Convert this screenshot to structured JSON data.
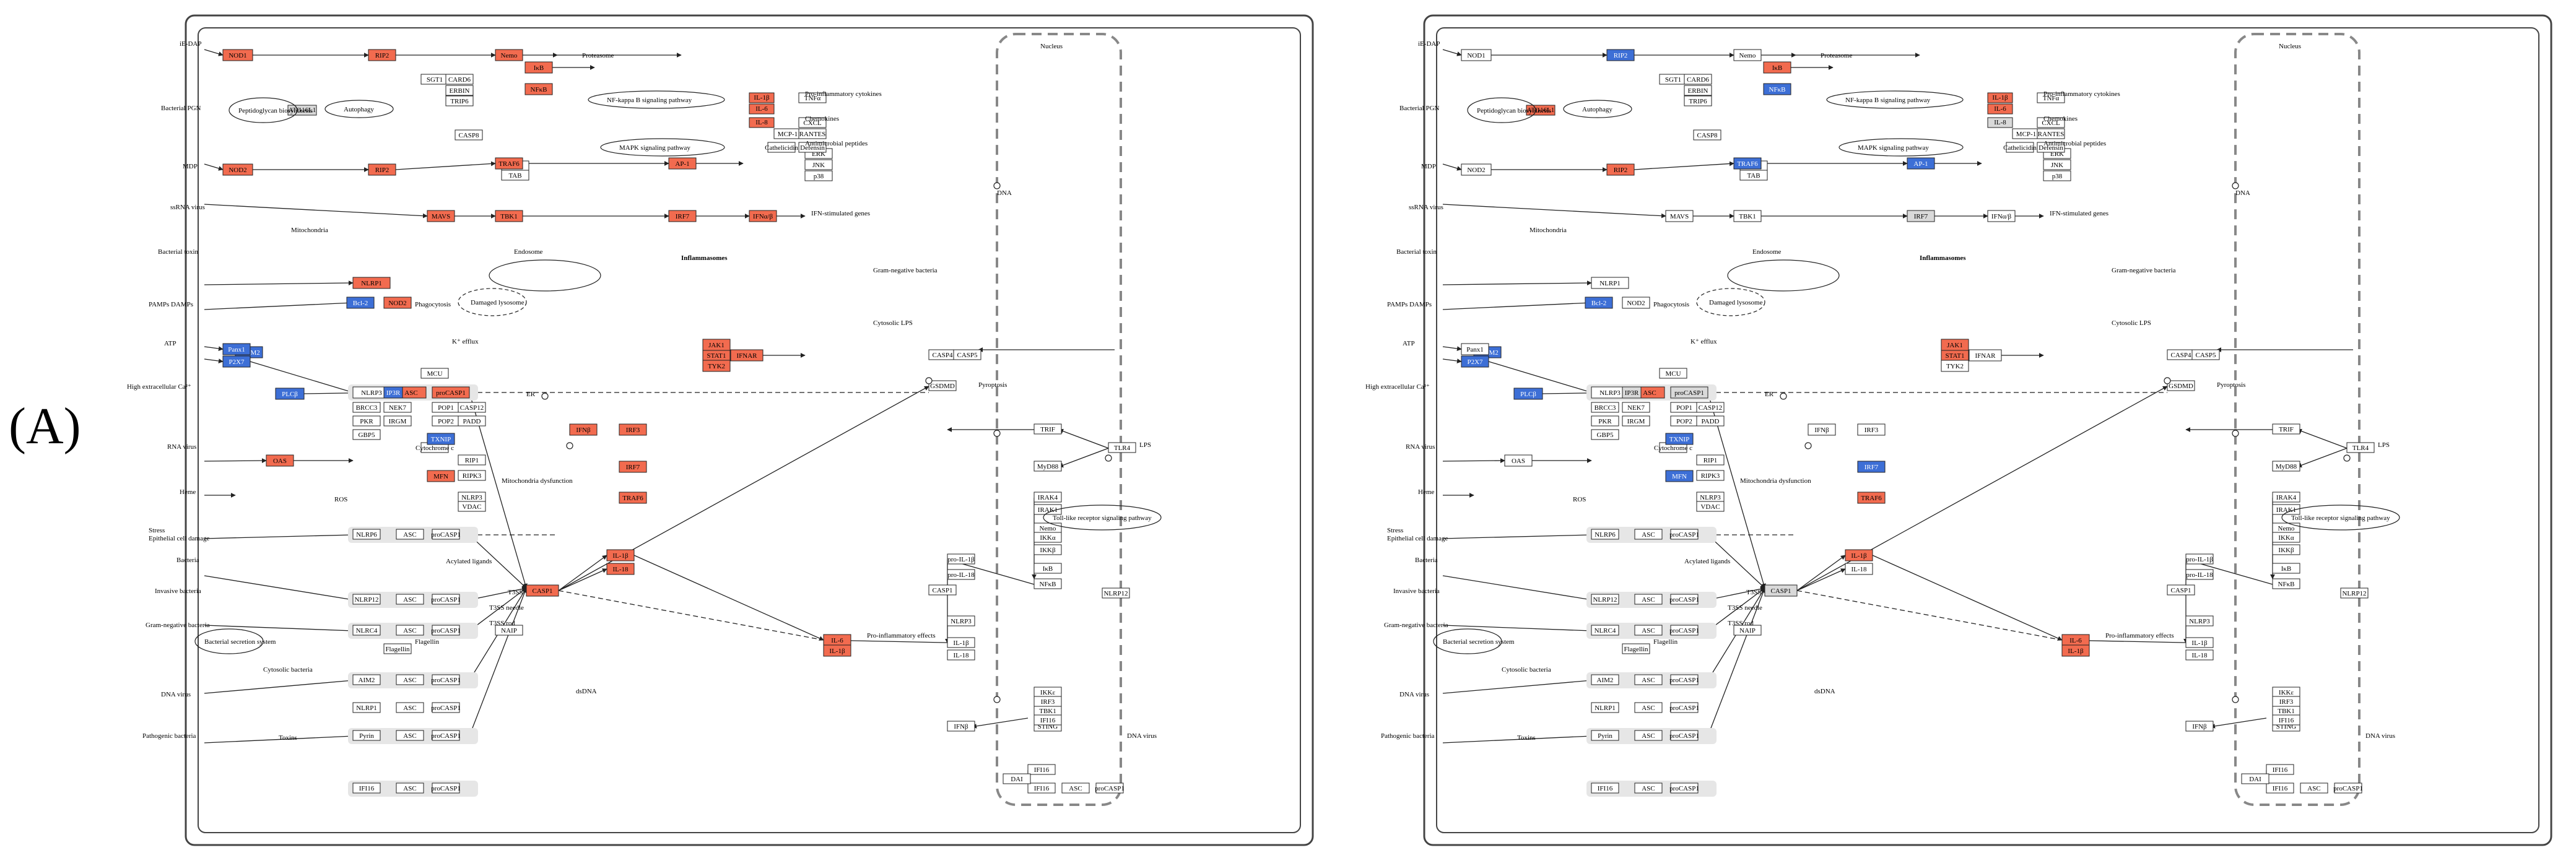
{
  "panel_label": "(A)",
  "colors": {
    "up": "#f26b4f",
    "down": "#3d6fd6",
    "neutral": "#ffffff",
    "gray": "#d9d9d9",
    "line": "#222222"
  },
  "panels": [
    {
      "nucleus_label": "Nucleus",
      "inflammasomes_label": "Inflammasomes",
      "genes": {
        "NOD1": "up",
        "RIP2_top": "up",
        "Nemo": "up",
        "IkB": "up",
        "NFkB_top": "up",
        "IL1B_top": "up",
        "IL6_top": "up",
        "IL8_top": "up",
        "ATG16L1": "gray",
        "NOD2": "up",
        "RIP2": "up",
        "TRAF6": "up",
        "AP1": "up",
        "IRF7_top": "up",
        "IFNa_top": "up",
        "Bcl2": "down",
        "NLRP1": "up",
        "NOD2b": "up",
        "TRPM2": "down",
        "NLRP3": "neutral",
        "ASC_1": "up",
        "proCASP1_1": "up",
        "PLCB": "down",
        "IP3R": "down",
        "TXNIP": "down",
        "MFN": "up",
        "P2X7": "down",
        "Panx1": "down",
        "OAS": "up",
        "CASP1": "up",
        "IL1B": "up",
        "IL18": "up",
        "IFNB": "up",
        "IRF3": "up",
        "IRF7": "up",
        "TRAF6b": "up",
        "STAT1": "up",
        "IFNAR": "up",
        "MAVS": "up",
        "TBK1": "up",
        "IL6R": "up",
        "IL1B_out": "up",
        "JAK1": "up",
        "TYK2": "up"
      },
      "labels": {
        "bacterial_pgn": "Bacterial PGN",
        "ie_dap": "iE-DAP",
        "mdp": "MDP",
        "ssrna_virus": "ssRNA virus",
        "bacterial_toxin": "Bacterial toxin",
        "pamps_damps": "PAMPs DAMPs",
        "atp": "ATP",
        "high_extracellular_ca": "High extracellular Ca²⁺",
        "rna_virus": "RNA virus",
        "heme": "Heme",
        "stress": "Stress\nEpithelial cell damage",
        "bacteria": "Bacteria",
        "invasive_bacteria": "Invasive bacteria",
        "gram_negative_bacteria": "Gram-negative bacteria",
        "dna_virus": "DNA virus",
        "pathogenic_bacteria": "Pathogenic bacteria",
        "cytosolic_bacteria": "Cytosolic bacteria",
        "gram_negative_right": "Gram-negative bacteria",
        "cytosolic_lps": "Cytosolic LPS",
        "lps": "LPS",
        "dna_virus_right": "DNA virus",
        "pro_inflammatory": "Pro-inflammatory cytokines",
        "chemokines": "Chemokines",
        "antimicrobial": "Antimicrobial peptides",
        "ifn_genes": "IFN-stimulated genes",
        "pro_inflammatory_effects": "Pro-inflammatory effects",
        "pyroptosis": "Pyroptosis",
        "autophagy": "Autophagy",
        "proteasome": "Proteasome",
        "nfkb_pathway": "NF-kappa B signaling pathway",
        "mapk_pathway": "MAPK signaling pathway",
        "tlr_pathway": "Toll-like receptor signaling pathway",
        "peptidoglycan_bio": "Peptidoglycan biosynthesis",
        "mitochondria": "Mitochondria",
        "endosome": "Endosome",
        "damaged_lysosome": "Damaged lysosome",
        "phagocytosis": "Phagocytosis",
        "k_efflux": "K⁺ efflux",
        "er": "ER",
        "dna": "DNA",
        "dsdna": "dsDNA",
        "ros": "ROS",
        "mito_dysfunction": "Mitochondria dysfunction",
        "t3ss": "T3SS",
        "t3ss_needle": "T3SS needle",
        "t3ss_rod": "T3SS rod",
        "acylated_ligands": "Acylated ligands",
        "flagellin": "Flagellin",
        "toxins": "Toxins",
        "bacterial_secretion": "Bacterial secretion system"
      }
    },
    {
      "nucleus_label": "Nucleus",
      "inflammasomes_label": "Inflammasomes",
      "genes": {
        "NOD1": "neutral",
        "RIP2_top": "down",
        "Nemo": "neutral",
        "IkB": "up",
        "NFkB_top": "down",
        "IL1B_top": "up",
        "IL6_top": "up",
        "IL8_top": "gray",
        "ATG16L1": "up",
        "NOD2": "neutral",
        "RIP2": "up",
        "TRAF6": "down",
        "AP1": "down",
        "IRF7_top": "gray",
        "IFNa_top": "neutral",
        "Bcl2": "down",
        "NLRP1": "neutral",
        "NOD2b": "neutral",
        "TRPM2": "down",
        "NLRP3": "neutral",
        "ASC_1": "up",
        "proCASP1_1": "gray",
        "PLCB": "down",
        "IP3R": "gray",
        "TXNIP": "down",
        "MFN": "down",
        "P2X7": "down",
        "Panx1": "neutral",
        "OAS": "neutral",
        "CASP1": "gray",
        "IL1B": "up",
        "IL18": "neutral",
        "IFNB": "neutral",
        "IRF3": "neutral",
        "IRF7": "down",
        "TRAF6b": "up",
        "STAT1": "up",
        "IFNAR": "neutral",
        "MAVS": "neutral",
        "TBK1": "neutral",
        "IL6R": "up",
        "IL1B_out": "up",
        "JAK1": "up",
        "TYK2": "neutral"
      },
      "labels": {
        "bacterial_pgn": "Bacterial PGN",
        "ie_dap": "iE-DAP",
        "mdp": "MDP",
        "ssrna_virus": "ssRNA virus",
        "bacterial_toxin": "Bacterial toxin",
        "pamps_damps": "PAMPs DAMPs",
        "atp": "ATP",
        "high_extracellular_ca": "High extracellular Ca²⁺",
        "rna_virus": "RNA virus",
        "heme": "Heme",
        "stress": "Stress\nEpithelial cell damage",
        "bacteria": "Bacteria",
        "invasive_bacteria": "Invasive bacteria",
        "gram_negative_bacteria": "Gram-negative bacteria",
        "dna_virus": "DNA virus",
        "pathogenic_bacteria": "Pathogenic bacteria",
        "cytosolic_bacteria": "Cytosolic bacteria",
        "gram_negative_right": "Gram-negative bacteria",
        "cytosolic_lps": "Cytosolic LPS",
        "lps": "LPS",
        "dna_virus_right": "DNA virus",
        "pro_inflammatory": "Pro-inflammatory cytokines",
        "chemokines": "Chemokines",
        "antimicrobial": "Antimicrobial peptides",
        "ifn_genes": "IFN-stimulated genes",
        "pro_inflammatory_effects": "Pro-inflammatory effects",
        "pyroptosis": "Pyroptosis",
        "autophagy": "Autophagy",
        "proteasome": "Proteasome",
        "nfkb_pathway": "NF-kappa B signaling pathway",
        "mapk_pathway": "MAPK signaling pathway",
        "tlr_pathway": "Toll-like receptor signaling pathway",
        "peptidoglycan_bio": "Peptidoglycan biosynthesis",
        "mitochondria": "Mitochondria",
        "endosome": "Endosome",
        "damaged_lysosome": "Damaged lysosome",
        "phagocytosis": "Phagocytosis",
        "k_efflux": "K⁺ efflux",
        "er": "ER",
        "dna": "DNA",
        "dsdna": "dsDNA",
        "ros": "ROS",
        "mito_dysfunction": "Mitochondria dysfunction",
        "t3ss": "T3SS",
        "t3ss_needle": "T3SS needle",
        "t3ss_rod": "T3SS rod",
        "acylated_ligands": "Acylated ligands",
        "flagellin": "Flagellin",
        "toxins": "Toxins",
        "bacterial_secretion": "Bacterial secretion system"
      }
    }
  ],
  "node_labels": {
    "NOD1": "NOD1",
    "RIP2_top": "RIP2",
    "Nemo": "Nemo",
    "IkB": "IκB",
    "NFkB_top": "NFκB",
    "IL1B_top": "IL-1β",
    "IL6_top": "IL-6",
    "IL8_top": "IL-8",
    "ATG16L1": "ATG16L1",
    "NOD2": "NOD2",
    "RIP2": "RIP2",
    "TRAF6": "TRAF6",
    "AP1": "AP-1",
    "IRF7_top": "IRF7",
    "IFNa_top": "IFNα/β",
    "Bcl2": "Bcl-2",
    "NLRP1": "NLRP1",
    "NOD2b": "NOD2",
    "TRPM2": "TRPM2",
    "NLRP3": "NLRP3",
    "ASC_1": "ASC",
    "proCASP1_1": "proCASP1",
    "PLCB": "PLCβ",
    "IP3R": "IP3R",
    "TXNIP": "TXNIP",
    "MFN": "MFN",
    "P2X7": "P2X7",
    "Panx1": "Panx1",
    "OAS": "OAS",
    "CASP1": "CASP1",
    "IL1B": "IL-1β",
    "IL18": "IL-18",
    "IFNB": "IFNβ",
    "IRF3": "IRF3",
    "IRF7": "IRF7",
    "TRAF6b": "TRAF6",
    "STAT1": "STAT1",
    "IFNAR": "IFNAR",
    "MAVS": "MAVS",
    "TBK1": "TBK1",
    "IL6R": "IL-6",
    "IL1B_out": "IL-1β",
    "JAK1": "JAK1",
    "TYK2": "TYK2"
  }
}
